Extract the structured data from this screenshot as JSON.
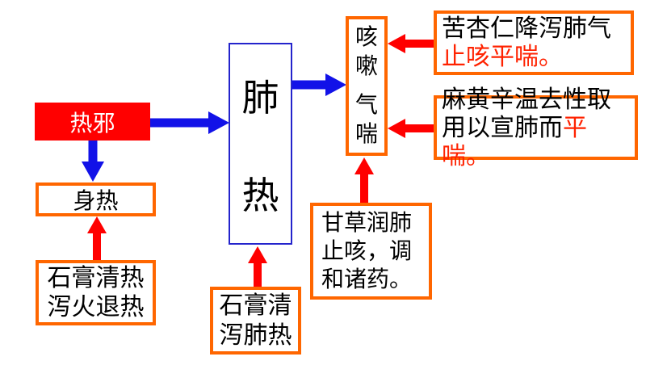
{
  "colors": {
    "red": "#FF0000",
    "red_text": "#FF2200",
    "orange_border": "#FF6600",
    "blue": "#1212E8",
    "blue_border": "#2424CC",
    "black": "#000000",
    "white": "#FFFFFF"
  },
  "nodes": {
    "heat_evil": {
      "label": "热邪"
    },
    "body_heat": {
      "label": "身热"
    },
    "gypsum_clear_heat": {
      "lines": [
        "石膏清热",
        "泻火退热"
      ]
    },
    "lung_heat": {
      "chars": [
        "肺",
        "热"
      ]
    },
    "gypsum_clear_lung": {
      "lines": [
        "石膏清",
        "泻肺热"
      ]
    },
    "cough_asthma": {
      "chars": [
        "咳",
        "嗽",
        "气",
        "喘"
      ]
    },
    "apricot": {
      "line1": "苦杏仁降泻肺气",
      "line2_red": "止咳平喘。"
    },
    "ephedra": {
      "line1": "麻黄辛温去性取",
      "line2_black": "用以宣肺而",
      "line2_red": "平喘。"
    },
    "licorice": {
      "lines": [
        "甘草润肺",
        "止咳，调",
        "和诸药。"
      ]
    }
  },
  "edges": [
    {
      "from": "heat_evil",
      "to": "lung_heat",
      "color": "blue"
    },
    {
      "from": "heat_evil",
      "to": "body_heat",
      "color": "blue"
    },
    {
      "from": "lung_heat",
      "to": "cough_asthma",
      "color": "blue"
    },
    {
      "from": "gypsum_clear_heat",
      "to": "body_heat",
      "color": "red"
    },
    {
      "from": "gypsum_clear_lung",
      "to": "lung_heat",
      "color": "red"
    },
    {
      "from": "licorice",
      "to": "cough_asthma",
      "color": "red"
    },
    {
      "from": "apricot",
      "to": "cough_asthma",
      "color": "red"
    },
    {
      "from": "ephedra",
      "to": "cough_asthma",
      "color": "red"
    }
  ]
}
